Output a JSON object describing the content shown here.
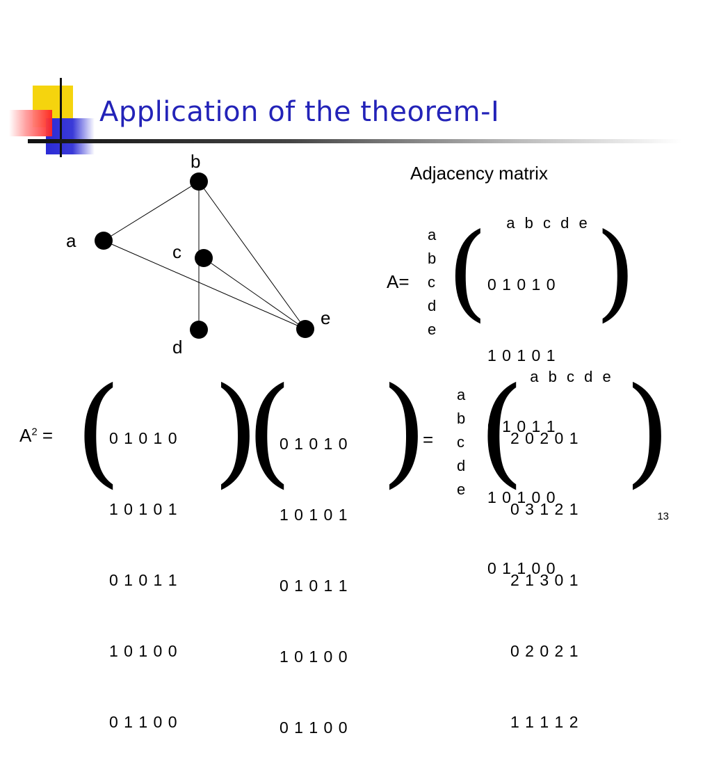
{
  "slide": {
    "title": "Application of the theorem-I",
    "page_number": "13"
  },
  "graph": {
    "nodes": [
      {
        "id": "a",
        "label": "a"
      },
      {
        "id": "b",
        "label": "b"
      },
      {
        "id": "c",
        "label": "c"
      },
      {
        "id": "d",
        "label": "d"
      },
      {
        "id": "e",
        "label": "e"
      }
    ],
    "edges": [
      [
        "a",
        "b"
      ],
      [
        "a",
        "e"
      ],
      [
        "b",
        "d"
      ],
      [
        "b",
        "e"
      ],
      [
        "c",
        "e"
      ]
    ]
  },
  "adjacency": {
    "heading": "Adjacency matrix",
    "lhs": "A=",
    "col_labels": [
      "a",
      "b",
      "c",
      "d",
      "e"
    ],
    "row_labels": [
      "a",
      "b",
      "c",
      "d",
      "e"
    ],
    "rows": [
      "0 1 0 1 0",
      "1 0 1 0 1",
      "0 1 0 1 1",
      "1 0 1 0 0",
      "0 1 1 0 0"
    ]
  },
  "square": {
    "lhs_base": "A",
    "lhs_exp": "2",
    "lhs_eq": "=",
    "equals": "=",
    "left_rows": [
      "0 1 0 1 0",
      "1 0 1 0 1",
      "0 1 0 1 1",
      "1 0 1 0 0",
      "0 1 1 0 0"
    ],
    "right_rows": [
      "0 1 0 1 0",
      "1 0 1 0 1",
      "0 1 0 1 1",
      "1 0 1 0 0",
      "0 1 1 0 0"
    ],
    "result_col_labels": [
      "a",
      "b",
      "c",
      "d",
      "e"
    ],
    "result_row_labels": [
      "a",
      "b",
      "c",
      "d",
      "e"
    ],
    "result_rows": [
      "2 0 2 0 1",
      "0 3 1 2 1",
      "2 1 3 0 1",
      "0 2 0 2 1",
      "1 1 1 1 2"
    ]
  }
}
